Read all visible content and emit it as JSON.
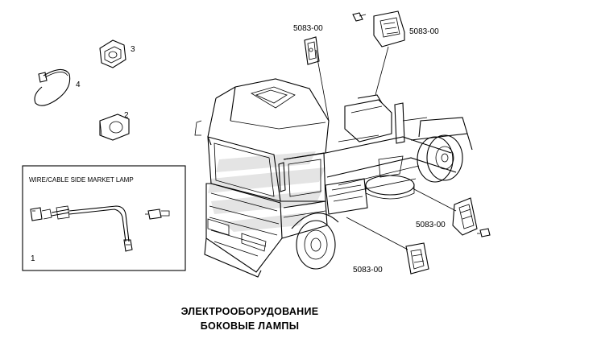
{
  "labels": {
    "part_code": "5083-00",
    "item_1": "1",
    "item_2": "2",
    "item_3": "3",
    "item_4": "4"
  },
  "inset": {
    "title": "WIRE/CABLE SIDE MARKET LAMP"
  },
  "caption": {
    "line1": "ЭЛЕКТРООБОРУДОВАНИЕ",
    "line2": "БОКОВЫЕ ЛАМПЫ"
  }
}
